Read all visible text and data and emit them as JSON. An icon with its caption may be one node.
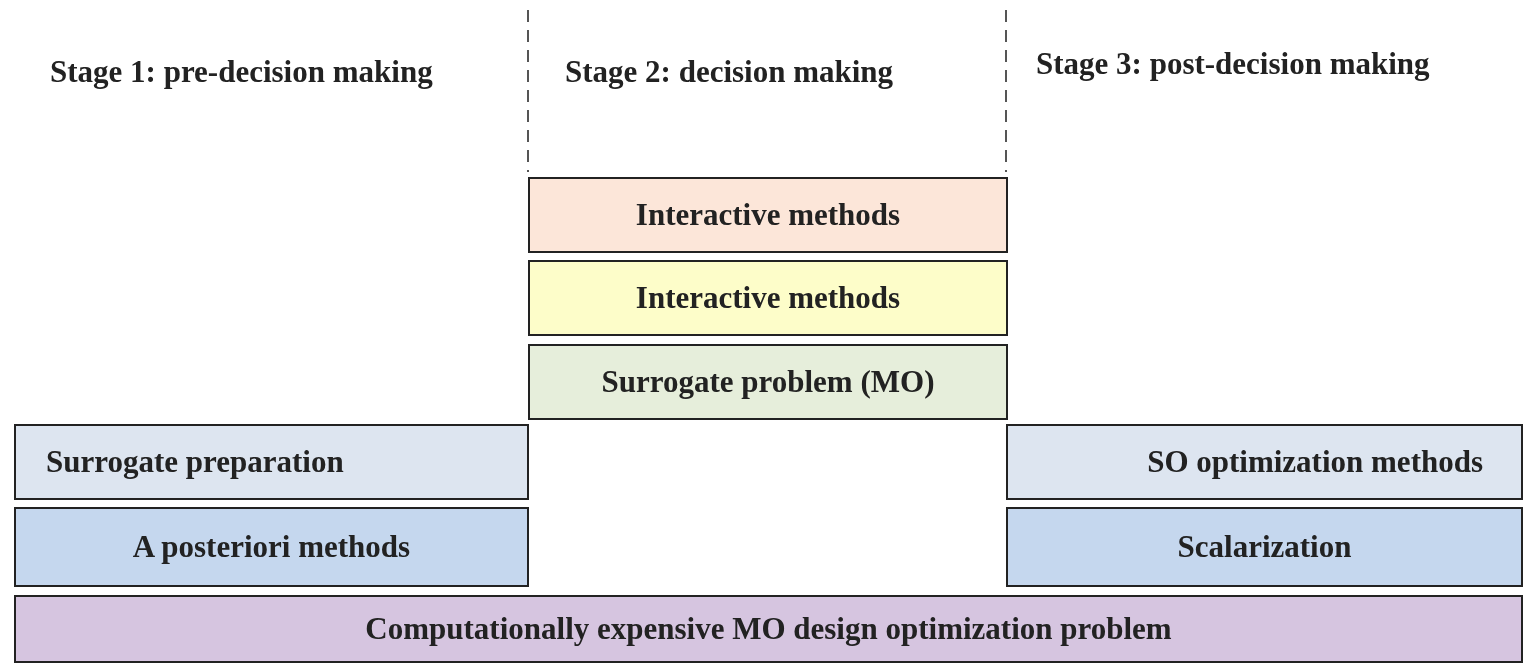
{
  "diagram": {
    "nodes": [
      {
        "text": [
          "Interactive methods"
        ]
      },
      {
        "text": [
          "Interactive methods"
        ]
      },
      {
        "text": [
          "Surrogate problem (MO)"
        ]
      },
      {
        "text": [
          "Surrogate preparation"
        ]
      },
      {
        "text": [
          "SO optimization methods"
        ]
      },
      {
        "text": [
          "A posteriori methods"
        ]
      },
      {
        "text": [
          "Scalarization"
        ]
      },
      {
        "text": [
          "Computationally expensive MO design optimization problem"
        ]
      }
    ],
    "labels": [
      "Stage 1: pre-decision making",
      "Stage 2: decision making",
      "Stage 3: post-decision making"
    ]
  }
}
